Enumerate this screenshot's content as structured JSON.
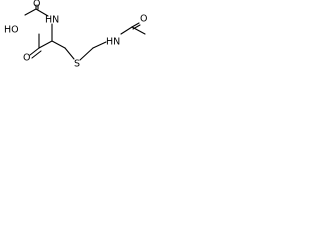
{
  "molecule": {
    "labels": {
      "oxygen_left_amide": "O",
      "nh_left": "HN",
      "hydroxyl": "HO",
      "oxygen_acid": "O",
      "sulfur": "S",
      "nh_right": "HN",
      "oxygen_right_amide": "O"
    },
    "colors": {
      "bond": "#000000",
      "text": "#000000",
      "background": "#ffffff"
    }
  }
}
